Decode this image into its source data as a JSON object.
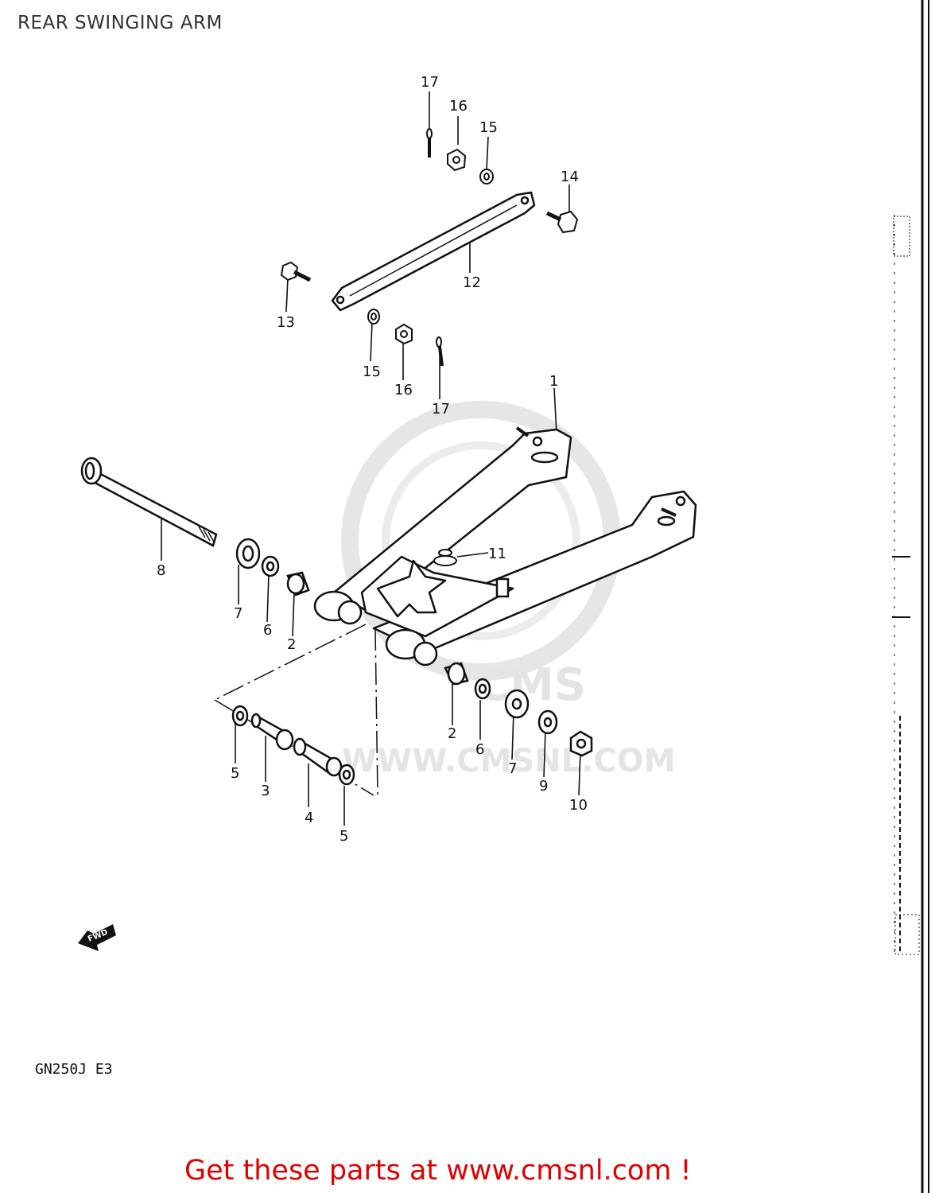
{
  "title": "REAR SWINGING ARM",
  "model_code": "GN250J E3",
  "footer": {
    "text": "Get these parts at www.cmsnl.com !",
    "color": "#e00000"
  },
  "watermark": {
    "brand": "CMS",
    "url": "WWW.CMSNL.COM",
    "color": "#e4e4e4"
  },
  "fwd_label": "FWD",
  "parts": [
    {
      "id": "label-1",
      "text": "1"
    },
    {
      "id": "label-2a",
      "text": "2"
    },
    {
      "id": "label-2b",
      "text": "2"
    },
    {
      "id": "label-3",
      "text": "3"
    },
    {
      "id": "label-4",
      "text": "4"
    },
    {
      "id": "label-5a",
      "text": "5"
    },
    {
      "id": "label-5b",
      "text": "5"
    },
    {
      "id": "label-6a",
      "text": "6"
    },
    {
      "id": "label-6b",
      "text": "6"
    },
    {
      "id": "label-7a",
      "text": "7"
    },
    {
      "id": "label-7b",
      "text": "7"
    },
    {
      "id": "label-8",
      "text": "8"
    },
    {
      "id": "label-9",
      "text": "9"
    },
    {
      "id": "label-10",
      "text": "10"
    },
    {
      "id": "label-11",
      "text": "11"
    },
    {
      "id": "label-12",
      "text": "12"
    },
    {
      "id": "label-13",
      "text": "13"
    },
    {
      "id": "label-14",
      "text": "14"
    },
    {
      "id": "label-15a",
      "text": "15"
    },
    {
      "id": "label-15b",
      "text": "15"
    },
    {
      "id": "label-16a",
      "text": "16"
    },
    {
      "id": "label-16b",
      "text": "16"
    },
    {
      "id": "label-17a",
      "text": "17"
    },
    {
      "id": "label-17b",
      "text": "17"
    }
  ]
}
